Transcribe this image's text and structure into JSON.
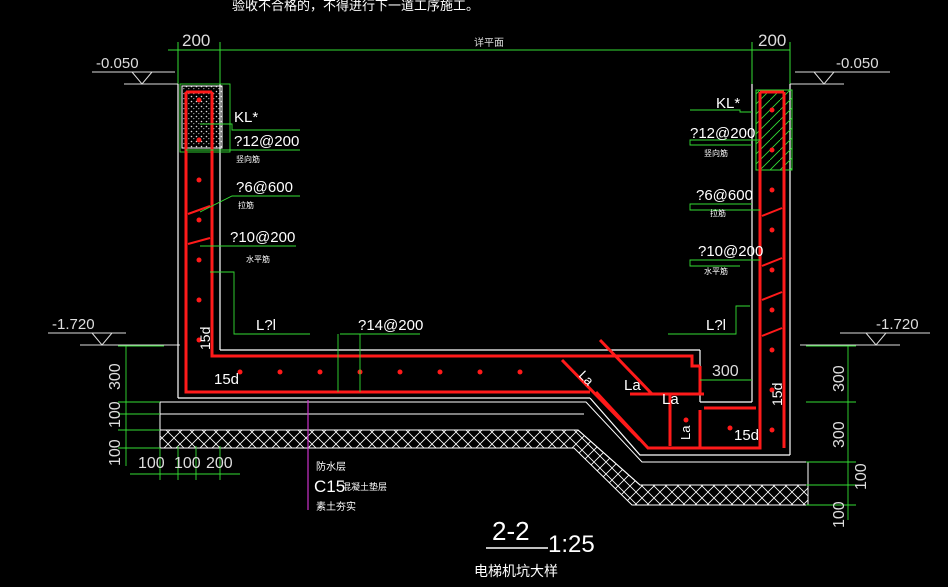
{
  "colors": {
    "background": "#000000",
    "rebar": "#ff1a1a",
    "concrete": "#ffffff",
    "dimension": "#33dd33",
    "leader": "#33dd33",
    "text": "#ffffff",
    "dim_text": "#dddddd",
    "magenta": "#cc33cc"
  },
  "header_note": "验收不合格的，不得进行下一道工序施工。",
  "top": {
    "dim_left": "200",
    "dim_right": "200",
    "centre_label": "详平面"
  },
  "elevations": {
    "top_left": "-0.050",
    "top_right": "-0.050",
    "mid_left": "-1.720",
    "mid_right": "-1.720"
  },
  "left_labels": {
    "beam": "KL*",
    "vertical_bar": "?12@200",
    "vertical_bar_sub": "竖向筋",
    "tie_bar": "?6@600",
    "tie_bar_sub": "拉筋",
    "horizontal_bar": "?10@200",
    "horizontal_bar_sub": "水平筋",
    "lap": "L?l",
    "anchor_15d_vertical": "15d",
    "anchor_15d": "15d"
  },
  "right_labels": {
    "beam": "KL*",
    "vertical_bar": "?12@200",
    "vertical_bar_sub": "竖向筋",
    "tie_bar": "?6@600",
    "tie_bar_sub": "拉筋",
    "horizontal_bar": "?10@200",
    "horizontal_bar_sub": "水平筋",
    "lap": "L?l",
    "dim_300": "300",
    "anchor_15d_vertical": "15d",
    "anchor_15d": "15d",
    "la_1": "La",
    "la_2": "La",
    "la_3": "La",
    "la_4": "La"
  },
  "slab": {
    "bar": "?14@200"
  },
  "left_dims": {
    "v_300": "300",
    "v_100a": "100",
    "v_100b": "100",
    "h_100a": "100",
    "h_100b": "100",
    "h_200": "200"
  },
  "right_dims": {
    "v_300a": "300",
    "v_300b": "300",
    "v_100a": "100",
    "v_100b": "100"
  },
  "layers": {
    "waterproof": "防水层",
    "grade": "C15",
    "cushion": "混凝土垫层",
    "base": "素土夯实"
  },
  "title": {
    "section": "2-2",
    "scale": "1:25",
    "name": "电梯机坑大样"
  }
}
